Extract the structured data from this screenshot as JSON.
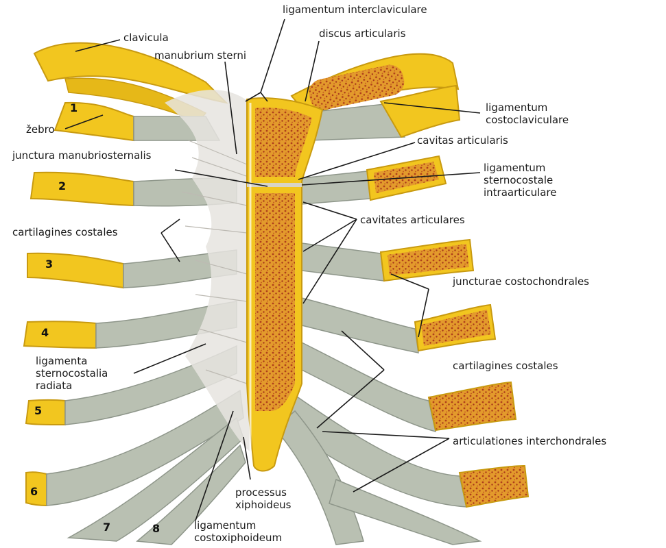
{
  "colors": {
    "bone": "#f2c61f",
    "bone_edge": "#c89a10",
    "marrow": "#e39a2c",
    "marrow_dot": "#b0401a",
    "cartilage": "#b9c0b2",
    "cartilage_edge": "#8e968a",
    "ligament": "#e6e4df",
    "leader": "#1a1a1a"
  },
  "labels": {
    "lig_interclaviculare": "ligamentum interclaviculare",
    "clavicula": "clavicula",
    "manubrium": "manubrium sterni",
    "discus": "discus articularis",
    "lig_costoclav": "ligamentum\ncostoclaviculare",
    "zebro": "žebro",
    "cavitas": "cavitas articularis",
    "junctura": "junctura manubriosternalis",
    "lig_sternocostale": "ligamentum\nsternocostale\nintraarticulare",
    "cartilagines_left": "cartilagines costales",
    "cavitates": "cavitates articulares",
    "juncturae": "juncturae costochondrales",
    "ligamenta_radiata": "ligamenta\nsternocostalia\nradiata",
    "cartilagines_right": "cartilagines costales",
    "articulationes": "articulationes interchondrales",
    "processus": "processus\nxiphoideus",
    "lig_costoxiph": "ligamentum\ncostoxiphoideum"
  },
  "rib_numbers": {
    "r1": "1",
    "r2": "2",
    "r3": "3",
    "r4": "4",
    "r5": "5",
    "r6": "6",
    "r7": "7",
    "r8": "8"
  }
}
